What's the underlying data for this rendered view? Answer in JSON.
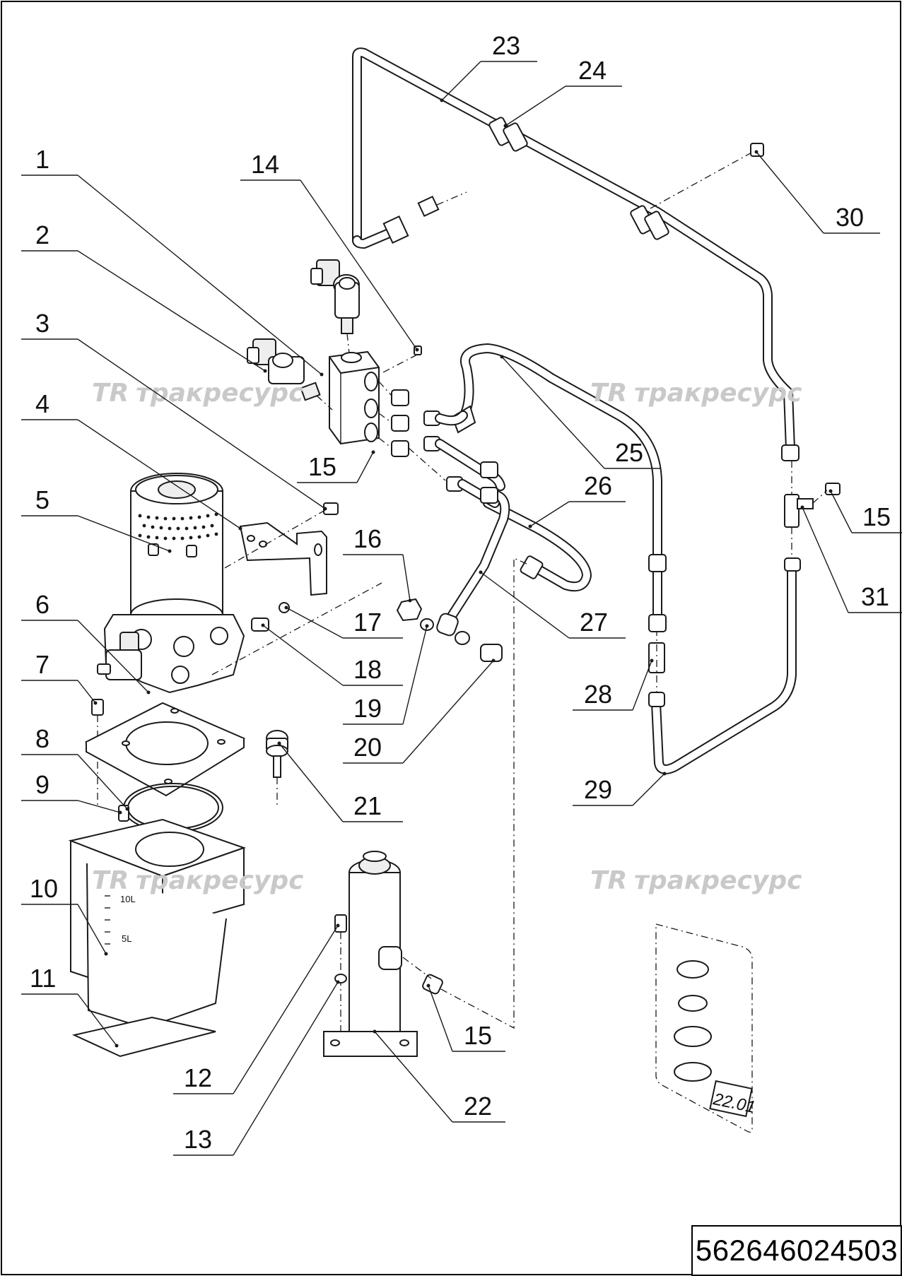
{
  "callouts": [
    {
      "id": "1",
      "label": "1"
    },
    {
      "id": "2",
      "label": "2"
    },
    {
      "id": "3",
      "label": "3"
    },
    {
      "id": "4",
      "label": "4"
    },
    {
      "id": "5",
      "label": "5"
    },
    {
      "id": "6",
      "label": "6"
    },
    {
      "id": "7",
      "label": "7"
    },
    {
      "id": "8",
      "label": "8"
    },
    {
      "id": "9",
      "label": "9"
    },
    {
      "id": "10",
      "label": "10"
    },
    {
      "id": "11",
      "label": "11"
    },
    {
      "id": "12",
      "label": "12"
    },
    {
      "id": "13",
      "label": "13"
    },
    {
      "id": "14",
      "label": "14"
    },
    {
      "id": "15a",
      "label": "15"
    },
    {
      "id": "15b",
      "label": "15"
    },
    {
      "id": "15c",
      "label": "15"
    },
    {
      "id": "16",
      "label": "16"
    },
    {
      "id": "17",
      "label": "17"
    },
    {
      "id": "18",
      "label": "18"
    },
    {
      "id": "19",
      "label": "19"
    },
    {
      "id": "20",
      "label": "20"
    },
    {
      "id": "21",
      "label": "21"
    },
    {
      "id": "22",
      "label": "22"
    },
    {
      "id": "23",
      "label": "23"
    },
    {
      "id": "24",
      "label": "24"
    },
    {
      "id": "25",
      "label": "25"
    },
    {
      "id": "26",
      "label": "26"
    },
    {
      "id": "27",
      "label": "27"
    },
    {
      "id": "28",
      "label": "28"
    },
    {
      "id": "29",
      "label": "29"
    },
    {
      "id": "30",
      "label": "30"
    },
    {
      "id": "31",
      "label": "31"
    }
  ],
  "watermark": "трaкресурс",
  "watermark_logo": "TR",
  "tank_marks": {
    "upper": "10L",
    "lower": "5L"
  },
  "detail": {
    "label": "22.01"
  },
  "part_number": "562646024503"
}
